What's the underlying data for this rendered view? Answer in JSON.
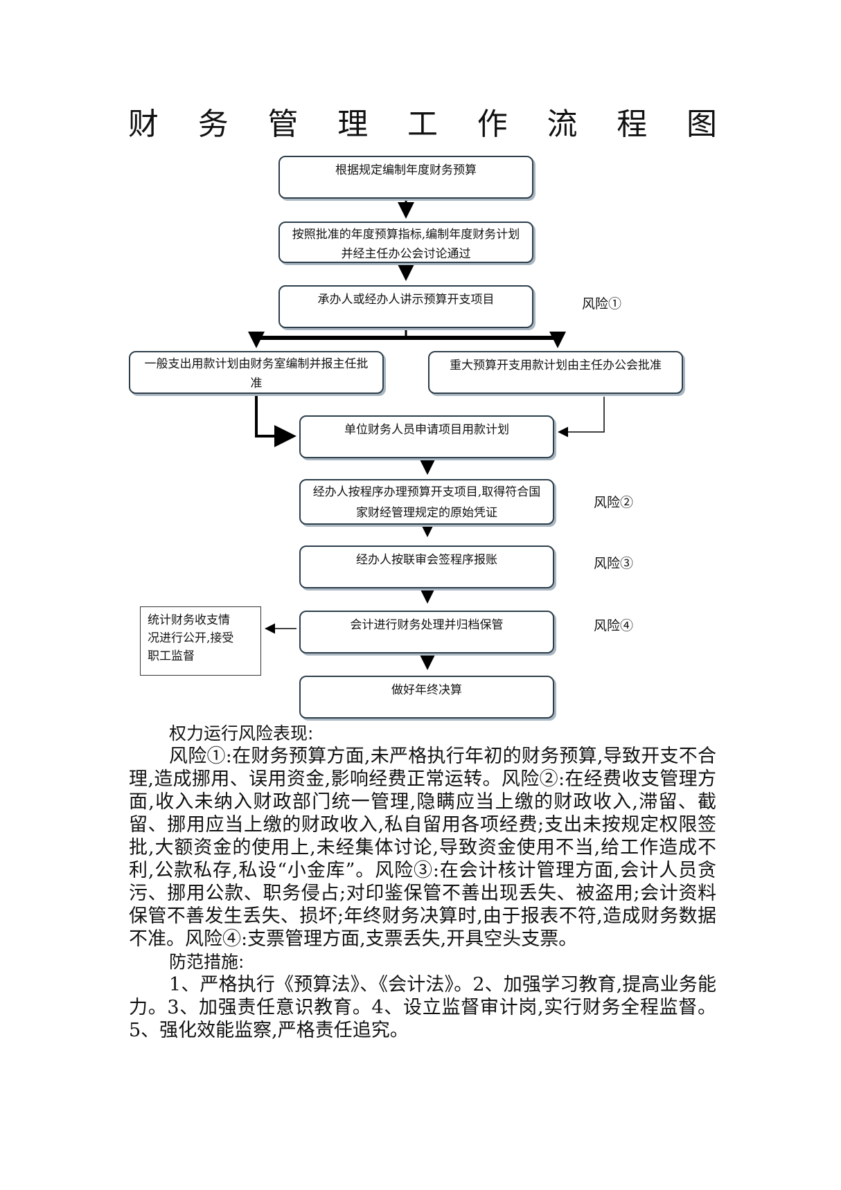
{
  "title": "财务管理工作流程图",
  "flow": {
    "step1": "根据规定编制年度财务预算",
    "step2_line1": "按照批准的年度预算指标,编制年度财务计划",
    "step2_line2": "并经主任办公会讨论通过",
    "step3": "承办人或经办人讲示预算开支项目",
    "branch_left_line1": "一般支出用款计划由财务室编制并报主任批",
    "branch_left_line2": "准",
    "branch_right": "重大预算开支用款计划由主任办公会批准",
    "step4": "单位财务人员申请项目用款计划",
    "step5_line1": "经办人按程序办理预算开支项目,取得符合国",
    "step5_line2": "家财经管理规定的原始凭证",
    "step6": "经办人按联审会签程序报账",
    "step7": "会计进行财务处理并归档保管",
    "side_line1": "统计财务收支情",
    "side_line2": "况进行公开,接受",
    "side_line3": "职工监督",
    "step8": "做好年终决算"
  },
  "risks": {
    "r1": "风险①",
    "r2": "风险②",
    "r3": "风险③",
    "r4": "风险④"
  },
  "text": {
    "risk_heading": "权力运行风险表现:",
    "risk_body": "风险①:在财务预算方面,未严格执行年初的财务预算,导致开支不合理,造成挪用、误用资金,影响经费正常运转。风险②:在经费收支管理方面,收入未纳入财政部门统一管理,隐瞒应当上缴的财政收入,滞留、截留、挪用应当上缴的财政收入,私自留用各项经费;支出未按规定权限签批,大额资金的使用上,未经集体讨论,导致资金使用不当,给工作造成不利,公款私存,私设“小金库”。风险③:在会计核计管理方面,会计人员贪污、挪用公款、职务侵占;对印鉴保管不善出现丢失、被盗用;会计资料保管不善发生丢失、损坏;年终财务决算时,由于报表不符,造成财务数据不准。风险④:支票管理方面,支票丢失,开具空头支票。",
    "measures_heading": "防范措施:",
    "measures_body": "1、严格执行《预算法》、《会计法》。2、加强学习教育,提高业务能力。3、加强责任意识教育。4、设立监督审计岗,实行财务全程监督。5、强化效能监察,严格责任追究。"
  }
}
